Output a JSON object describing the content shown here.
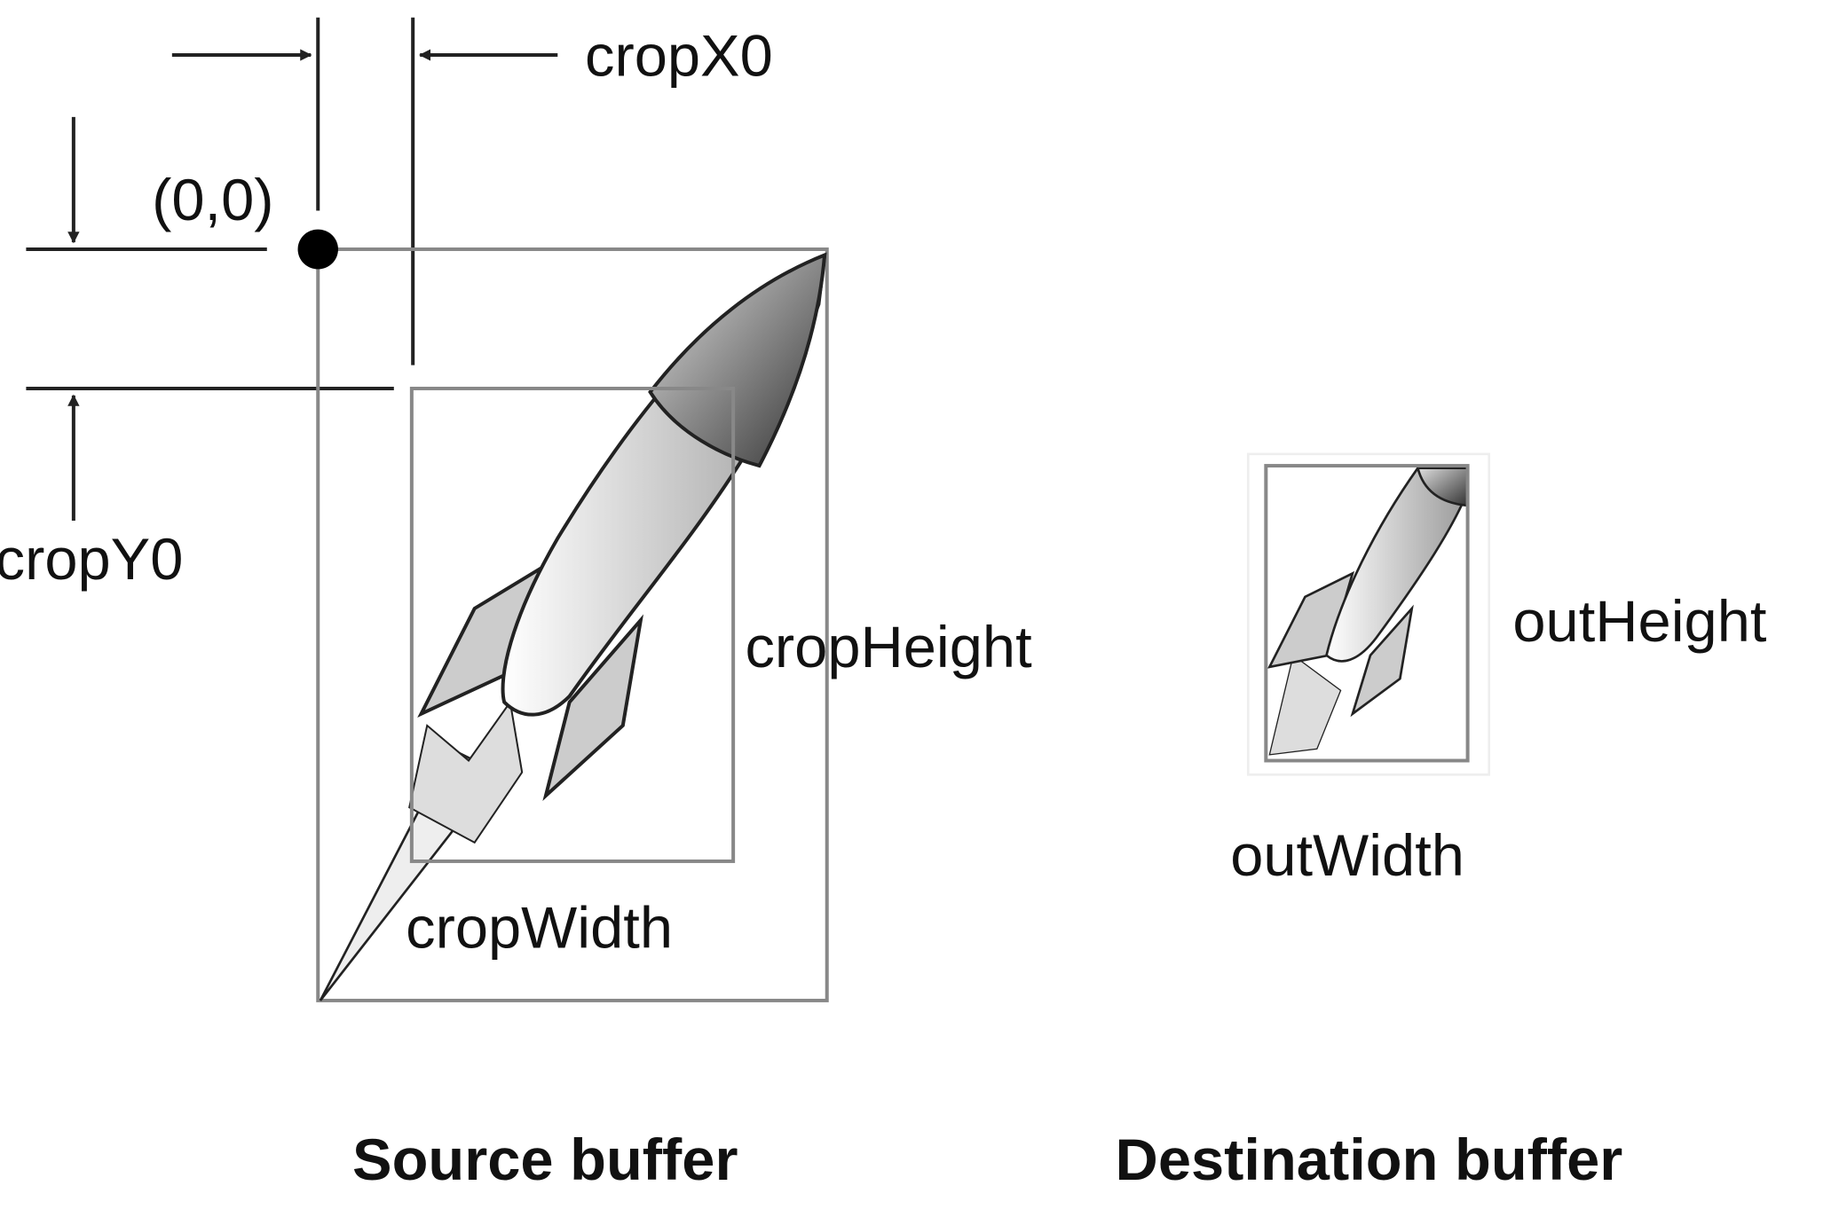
{
  "labels": {
    "crop_x0": "cropX0",
    "origin": "(0,0)",
    "crop_y0": "cropY0",
    "crop_height": "cropHeight",
    "crop_width": "cropWidth",
    "out_height": "outHeight",
    "out_width": "outWidth"
  },
  "titles": {
    "source": "Source buffer",
    "destination": "Destination buffer"
  },
  "icons": [
    "rocket-illustration",
    "arrow-right-icon",
    "arrow-left-icon",
    "arrow-down-icon",
    "arrow-up-icon",
    "origin-dot"
  ]
}
